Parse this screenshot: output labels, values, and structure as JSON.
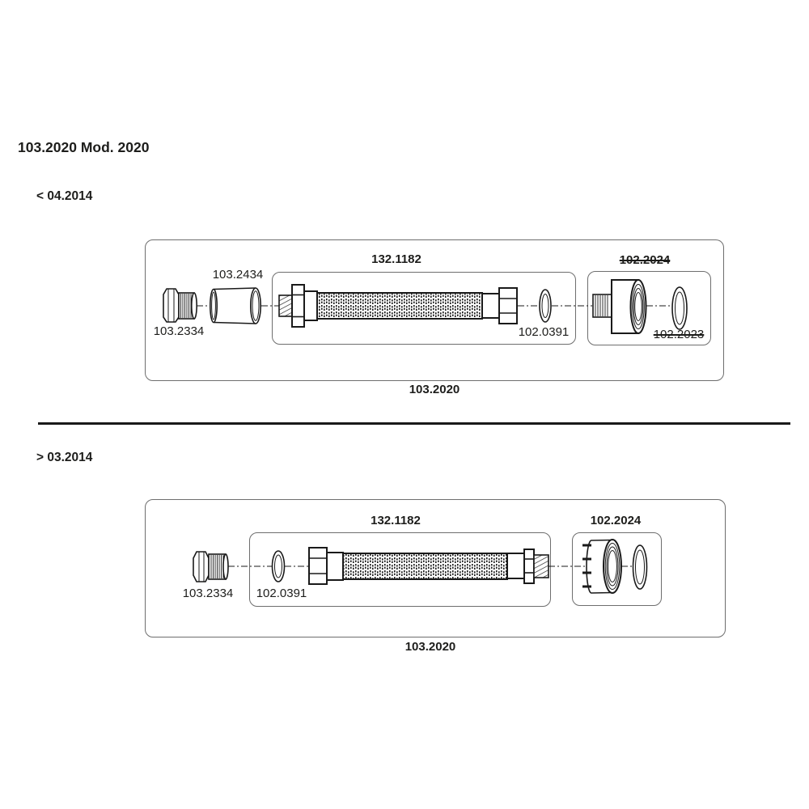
{
  "header": {
    "title": "103.2020 Mod. 2020"
  },
  "sections": {
    "top": {
      "period": "< 04.2014",
      "caption": "103.2020",
      "parts": {
        "fitting": "103.2334",
        "sleeve": "103.2434",
        "hose": "132.1182",
        "washer": "102.0391",
        "adapter": "102.2024",
        "adapter_washer": "102.2023"
      },
      "superseded_parts": [
        "102.2024",
        "102.2023"
      ]
    },
    "bottom": {
      "period": "> 03.2014",
      "caption": "103.2020",
      "parts": {
        "fitting": "103.2334",
        "washer": "102.0391",
        "hose": "132.1182",
        "cap_nut": "102.2024"
      }
    }
  },
  "colors": {
    "line": "#1a1a1a",
    "box_border": "#6e6e6e",
    "text": "#1d1d1b"
  }
}
